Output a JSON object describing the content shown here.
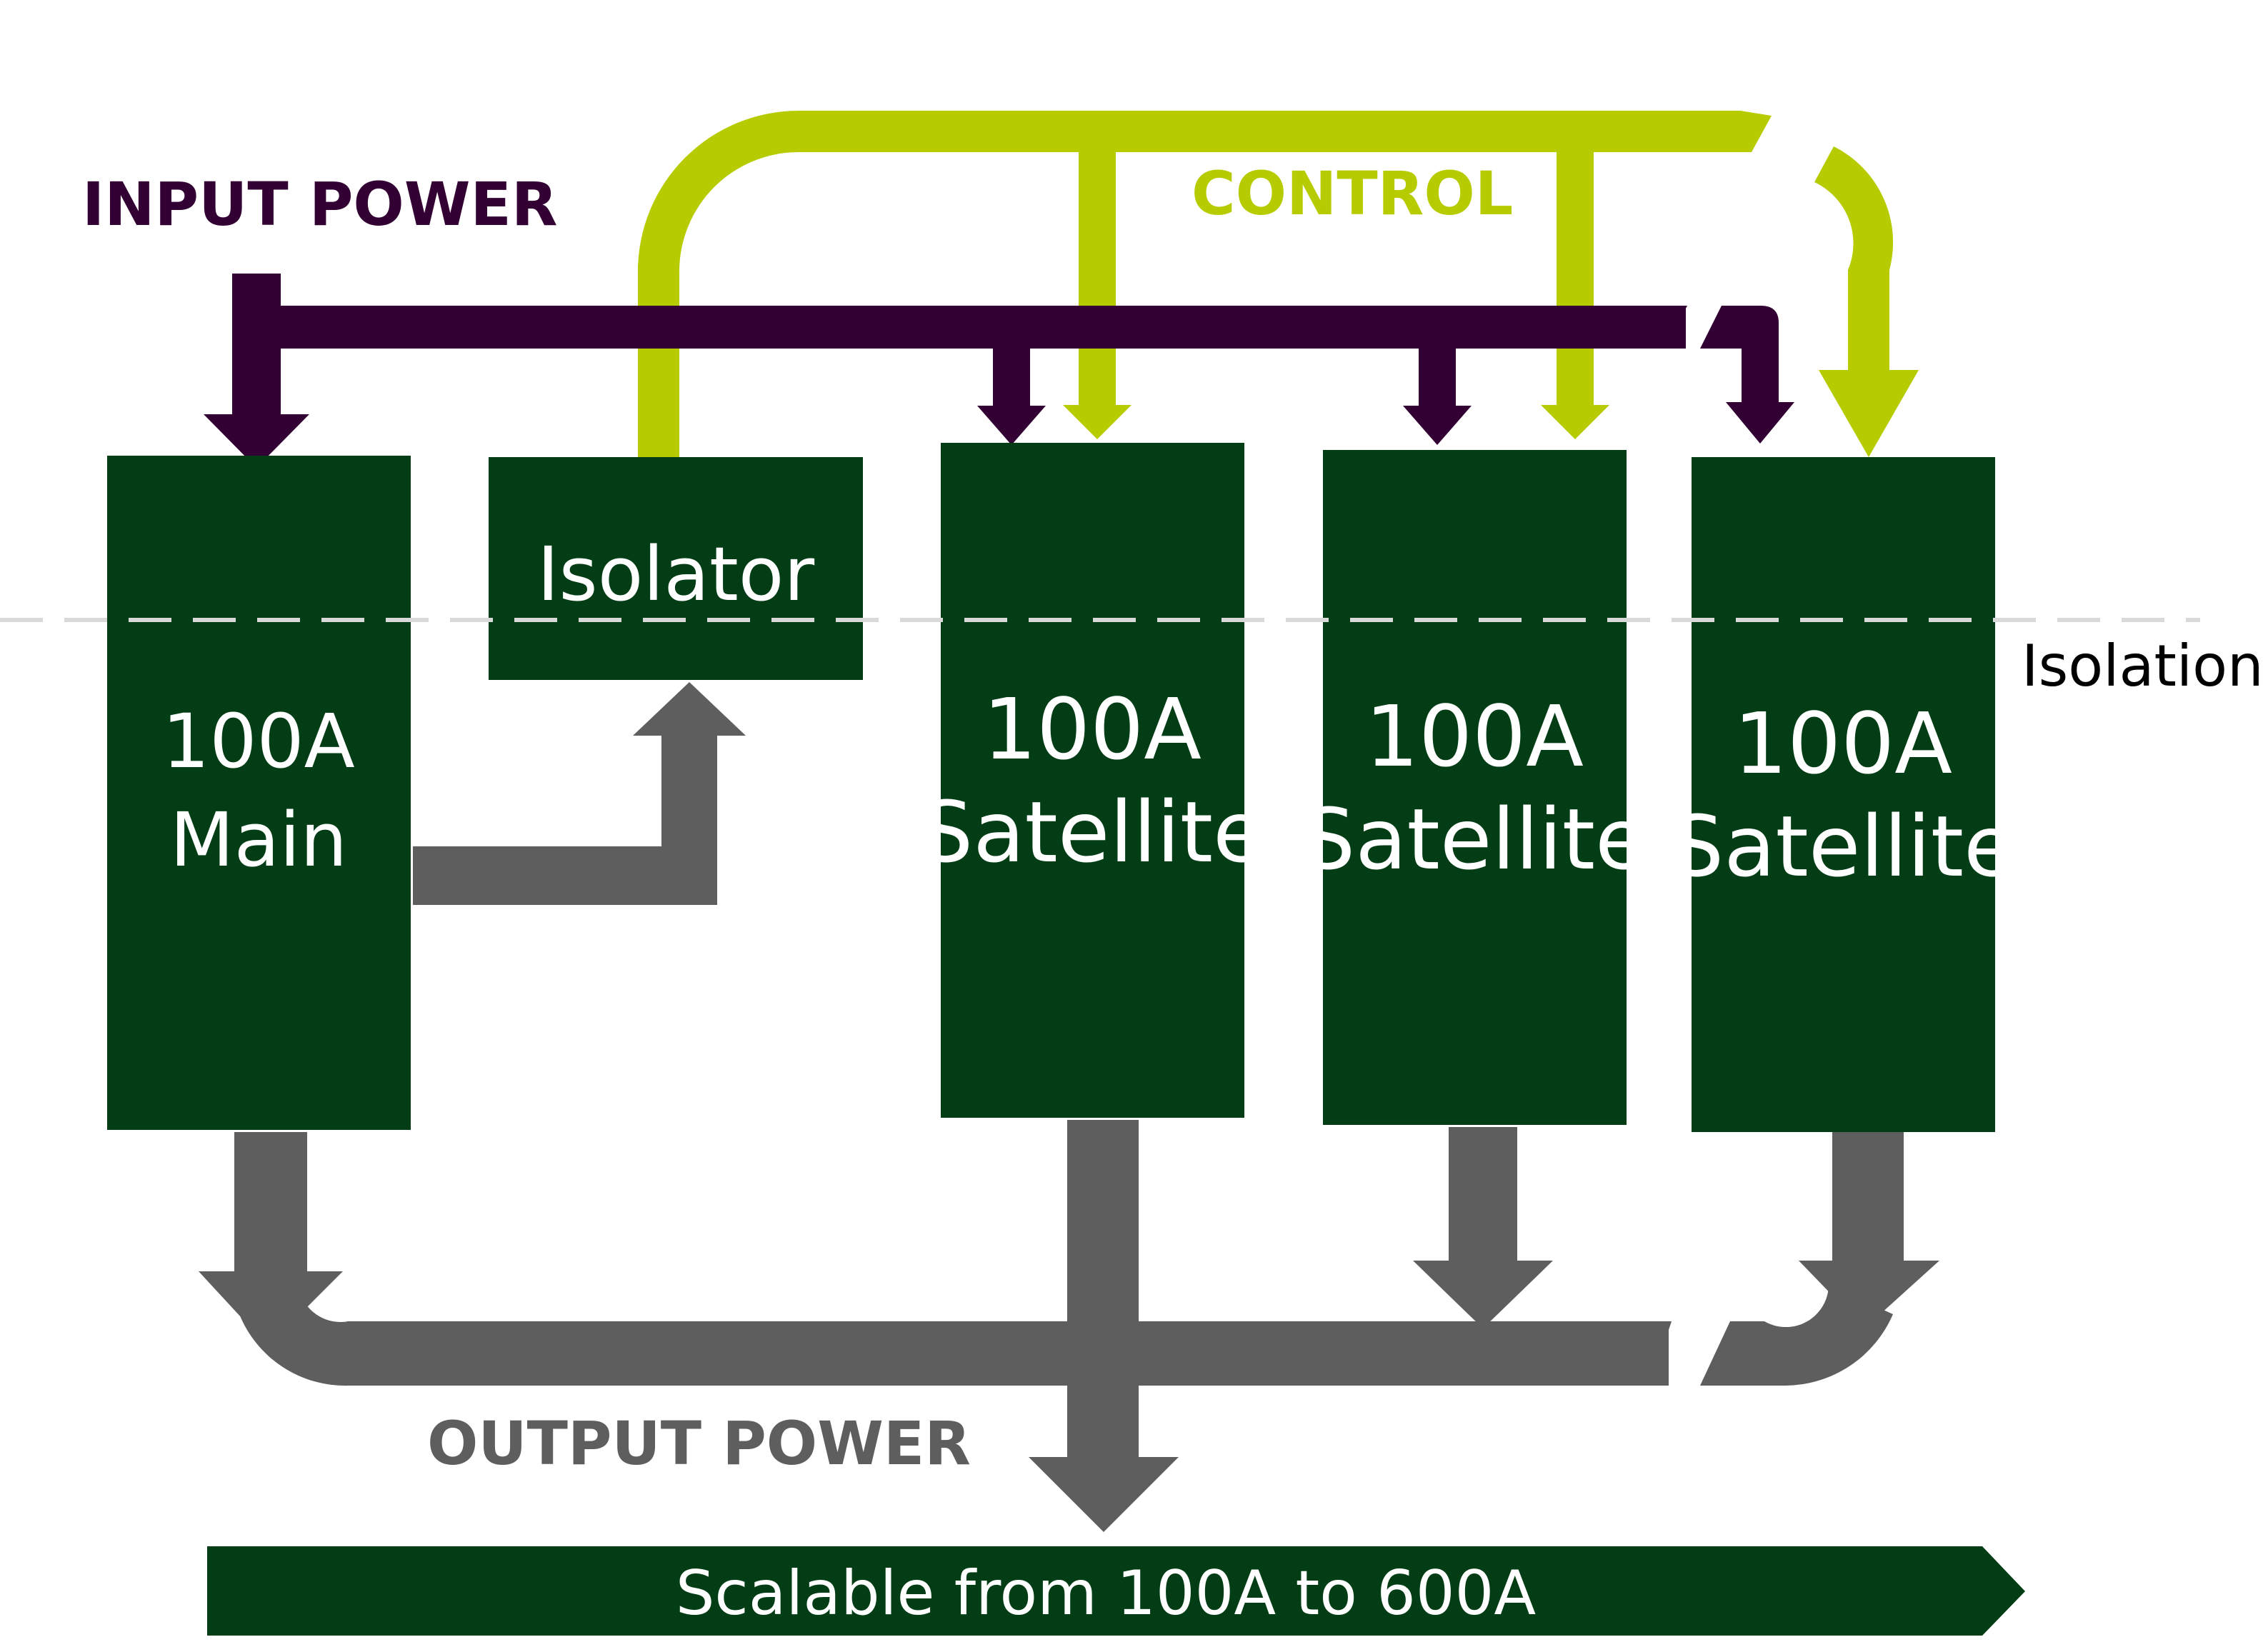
{
  "labels": {
    "input_power": "INPUT POWER",
    "control": "CONTROL",
    "output_power": "OUTPUT POWER",
    "isolation": "Isolation",
    "footer": "Scalable from 100A to 600A"
  },
  "boxes": {
    "main": {
      "line1": "100A",
      "line2": "Main"
    },
    "isolator": {
      "line1": "Isolator"
    },
    "satellite1": {
      "line1": "100A",
      "line2": "Satellite"
    },
    "satellite2": {
      "line1": "100A",
      "line2": "Satellite"
    },
    "satellite3": {
      "line1": "100A",
      "line2": "Satellite"
    }
  },
  "colors": {
    "box": "#033d16",
    "input": "#330033",
    "control": "#b7cc00",
    "output": "#5e5e5e",
    "isolation_line": "#d9d9d9"
  }
}
